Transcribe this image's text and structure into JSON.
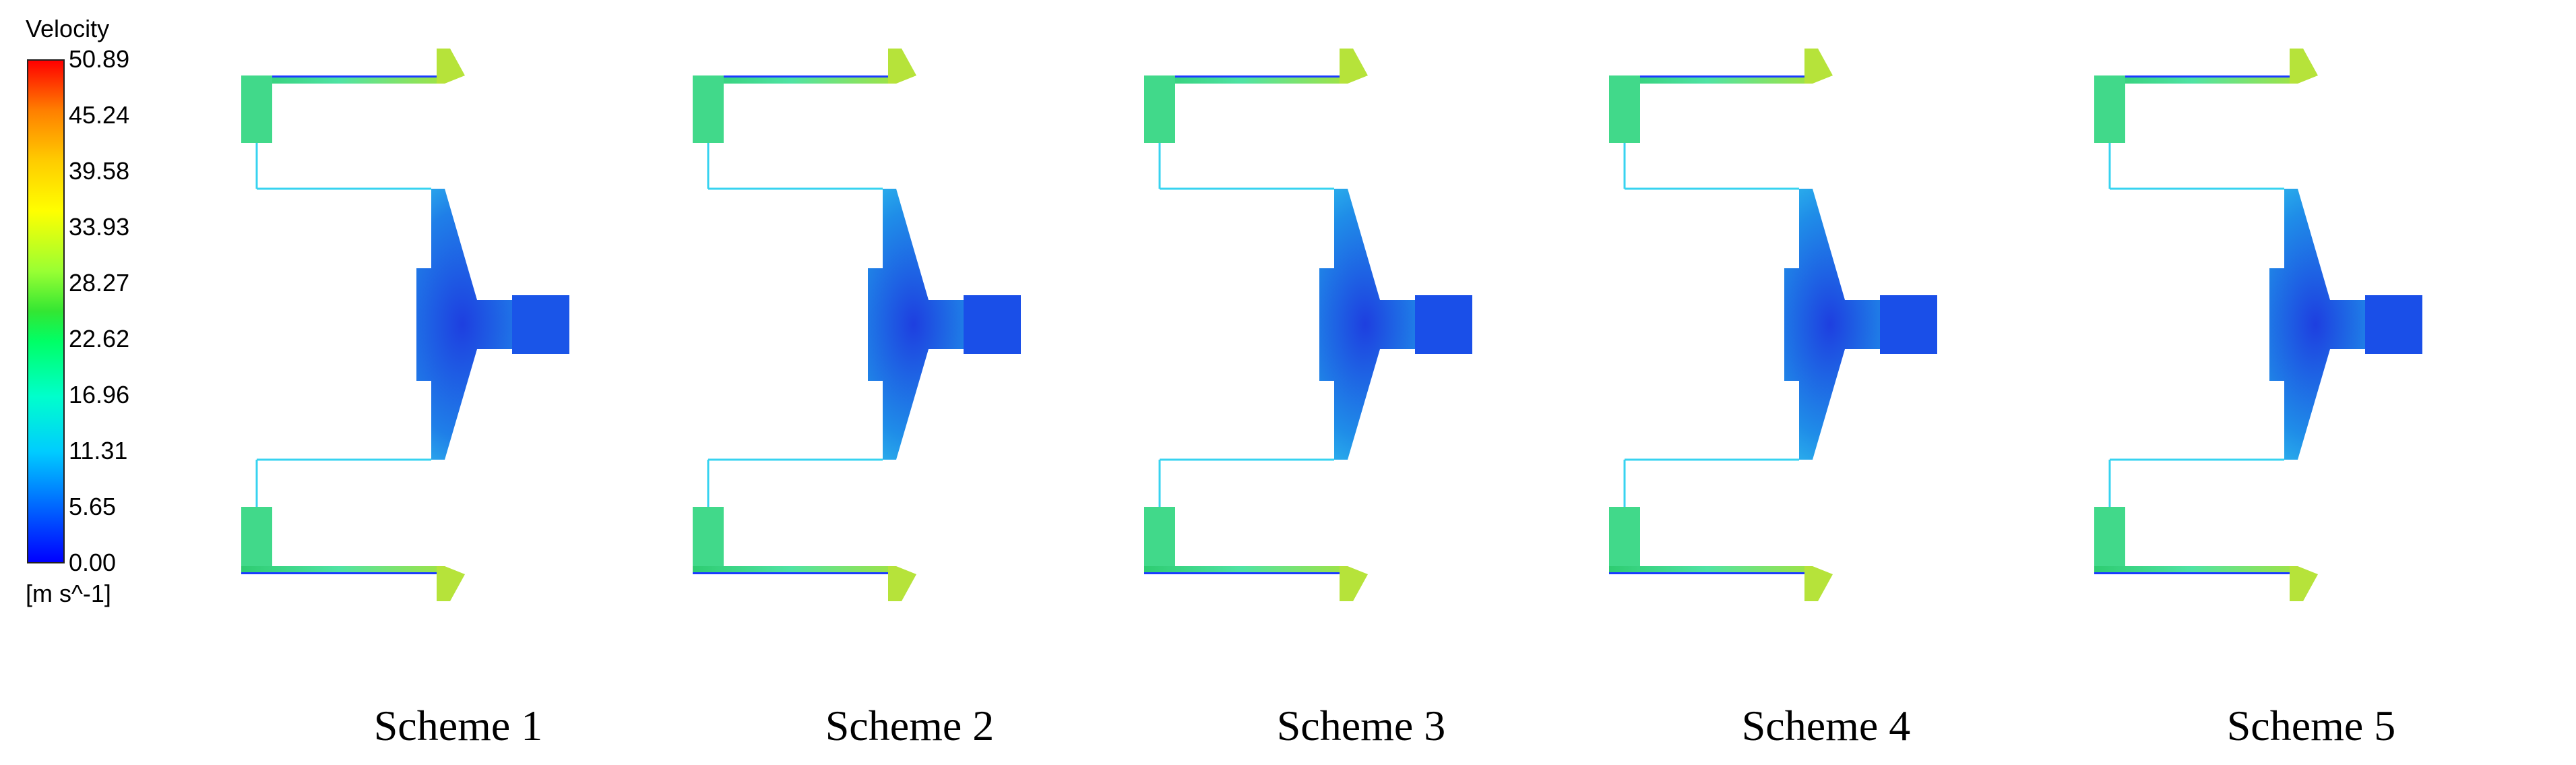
{
  "legend": {
    "title": "Velocity",
    "units": "[m s^-1]",
    "ticks": [
      "50.89",
      "45.24",
      "39.58",
      "33.93",
      "28.27",
      "22.62",
      "16.96",
      "11.31",
      "5.65",
      "0.00"
    ],
    "min": 0.0,
    "max": 50.89,
    "colors": [
      "#0000ff",
      "#00ccff",
      "#00ff66",
      "#ffff00",
      "#ff0000"
    ]
  },
  "schemes": [
    {
      "label": "Scheme 1",
      "color_core": "#1f7fe8",
      "color_outlet": "#1a55e8",
      "color_duct": "#41d98a"
    },
    {
      "label": "Scheme 2",
      "color_core": "#1f8de8",
      "color_outlet": "#1a4fe8",
      "color_duct": "#41d98a"
    },
    {
      "label": "Scheme 3",
      "color_core": "#1f8de8",
      "color_outlet": "#1a4fe8",
      "color_duct": "#41d98a"
    },
    {
      "label": "Scheme 4",
      "color_core": "#1f8de8",
      "color_outlet": "#1a4fe8",
      "color_duct": "#41d98a"
    },
    {
      "label": "Scheme 5",
      "color_core": "#1f8de8",
      "color_outlet": "#1a4fe8",
      "color_duct": "#41d98a"
    }
  ]
}
